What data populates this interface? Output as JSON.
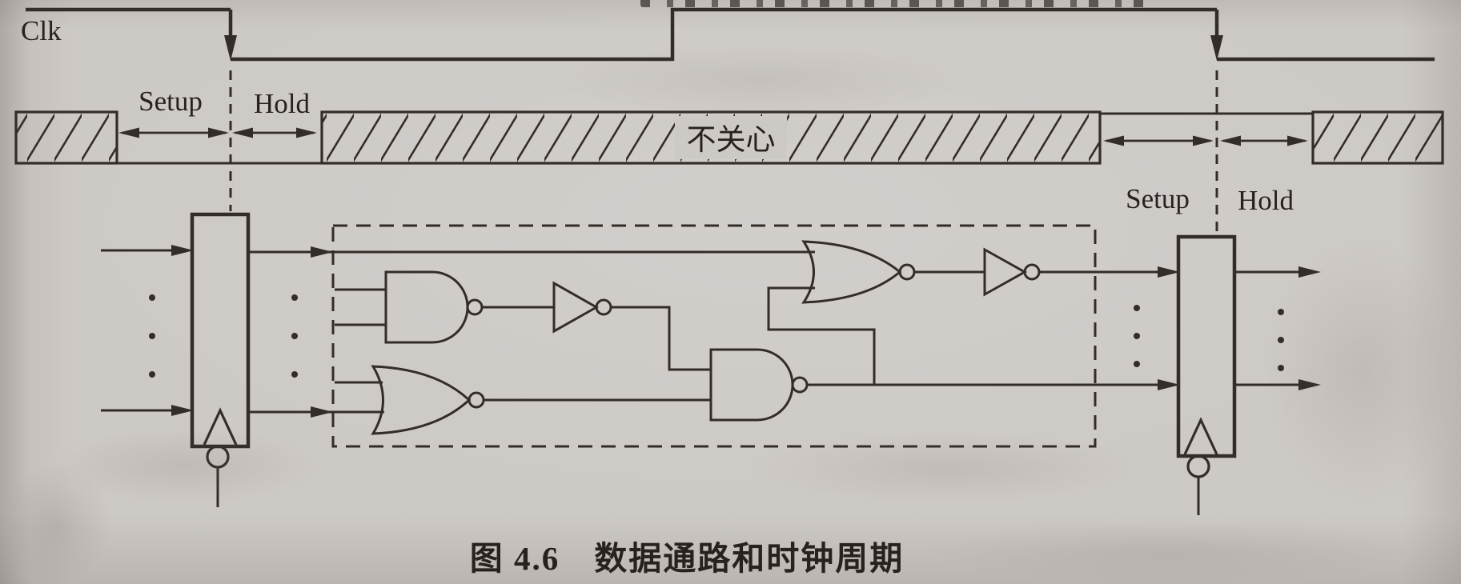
{
  "page": {
    "paper_color": "#cdc9c5",
    "ink_color": "#332d29",
    "text_color": "#27221f"
  },
  "figure": {
    "caption": "图 4.6　数据通路和时钟周期",
    "clock_label": "Clk",
    "timing_left": {
      "setup_label": "Setup",
      "hold_label": "Hold"
    },
    "timing_right": {
      "setup_label": "Setup",
      "hold_label": "Hold"
    },
    "data_signal": {
      "dont_care_label": "不关心"
    },
    "components": {
      "left_register": "register with inverted clock input",
      "right_register": "register with inverted clock input",
      "combinational_logic_gates": [
        "NAND",
        "NOT",
        "NOR",
        "NAND",
        "NOR",
        "NOT"
      ]
    }
  }
}
